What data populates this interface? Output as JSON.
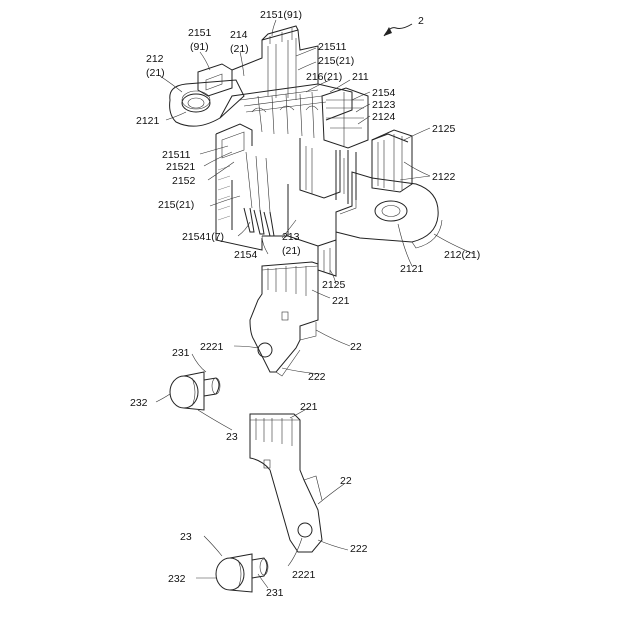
{
  "figure_ref": "2",
  "labels": {
    "l2151_91_top": "2151(91)",
    "l2151": "2151",
    "l91": "(91)",
    "l214": "214",
    "l214_21": "(21)",
    "l21511_top": "21511",
    "l215_21_top": "215(21)",
    "l216_21": "216(21)",
    "l211": "211",
    "l212_left": "212",
    "l212_left_21": "(21)",
    "l2121_left": "2121",
    "l2154_top": "2154",
    "l2123": "2123",
    "l2124": "2124",
    "l2125_right": "2125",
    "l2122": "2122",
    "l21511_left": "21511",
    "l21521": "21521",
    "l2152": "2152",
    "l215_21_left": "215(21)",
    "l21541_7": "21541(7)",
    "l213": "213",
    "l213_21": "(21)",
    "l2154_bottom": "2154",
    "l2125_bottom": "2125",
    "l2121_bottom": "2121",
    "l212_21_right": "212(21)",
    "l221_upper": "221",
    "l2221_upper": "2221",
    "l22_upper": "22",
    "l222_upper": "222",
    "l231_upper": "231",
    "l232_upper": "232",
    "l23_upper": "23",
    "l221_lower": "221",
    "l22_lower": "22",
    "l222_lower": "222",
    "l2221_lower": "2221",
    "l23_lower": "23",
    "l232_lower": "232",
    "l231_lower": "231"
  }
}
